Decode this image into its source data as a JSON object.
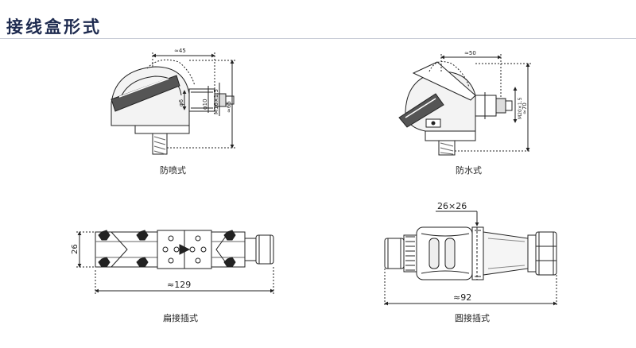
{
  "title": "接线盒形式",
  "captions": {
    "spray_proof": "防喷式",
    "waterproof": "防水式",
    "flat_plug": "扁接插式",
    "round_plug": "圆接插式"
  },
  "dims": {
    "spray_width": "≈45",
    "spray_d6": "φ6",
    "spray_d10": "φ10",
    "spray_m16": "M16×1.5",
    "spray_height": "≈65",
    "water_width": "≈50",
    "water_side": "M20×1.5",
    "water_height": "≈70",
    "flat_height": "26",
    "flat_length": "≈129",
    "round_square": "26×26",
    "round_length": "≈92"
  }
}
